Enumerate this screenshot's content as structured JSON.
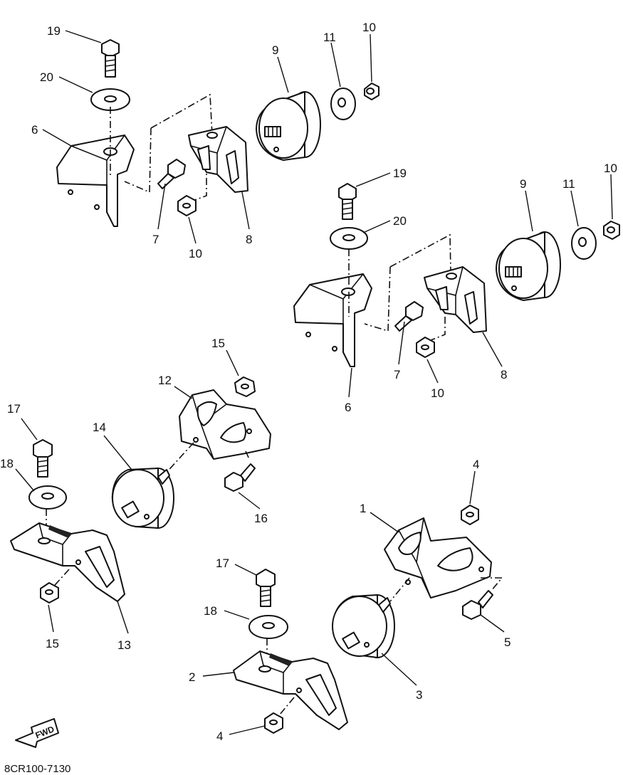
{
  "callouts": [
    {
      "id": "c19a",
      "label": "19"
    },
    {
      "id": "c20a",
      "label": "20"
    },
    {
      "id": "c6a",
      "label": "6"
    },
    {
      "id": "c9a",
      "label": "9"
    },
    {
      "id": "c11a",
      "label": "11"
    },
    {
      "id": "c10a",
      "label": "10"
    },
    {
      "id": "c7a",
      "label": "7"
    },
    {
      "id": "c10b",
      "label": "10"
    },
    {
      "id": "c8a",
      "label": "8"
    },
    {
      "id": "c19b",
      "label": "19"
    },
    {
      "id": "c20b",
      "label": "20"
    },
    {
      "id": "c9b",
      "label": "9"
    },
    {
      "id": "c11b",
      "label": "11"
    },
    {
      "id": "c10c",
      "label": "10"
    },
    {
      "id": "c7b",
      "label": "7"
    },
    {
      "id": "c8b",
      "label": "8"
    },
    {
      "id": "c10d",
      "label": "10"
    },
    {
      "id": "c6b",
      "label": "6"
    },
    {
      "id": "c15a",
      "label": "15"
    },
    {
      "id": "c12",
      "label": "12"
    },
    {
      "id": "c17a",
      "label": "17"
    },
    {
      "id": "c14",
      "label": "14"
    },
    {
      "id": "c18a",
      "label": "18"
    },
    {
      "id": "c16",
      "label": "16"
    },
    {
      "id": "c15b",
      "label": "15"
    },
    {
      "id": "c13",
      "label": "13"
    },
    {
      "id": "c4a",
      "label": "4"
    },
    {
      "id": "c1",
      "label": "1"
    },
    {
      "id": "c17b",
      "label": "17"
    },
    {
      "id": "c18b",
      "label": "18"
    },
    {
      "id": "c5",
      "label": "5"
    },
    {
      "id": "c2",
      "label": "2"
    },
    {
      "id": "c3",
      "label": "3"
    },
    {
      "id": "c4b",
      "label": "4"
    }
  ],
  "fwd_label": "FWD",
  "reference_code": "8CR100-7130"
}
